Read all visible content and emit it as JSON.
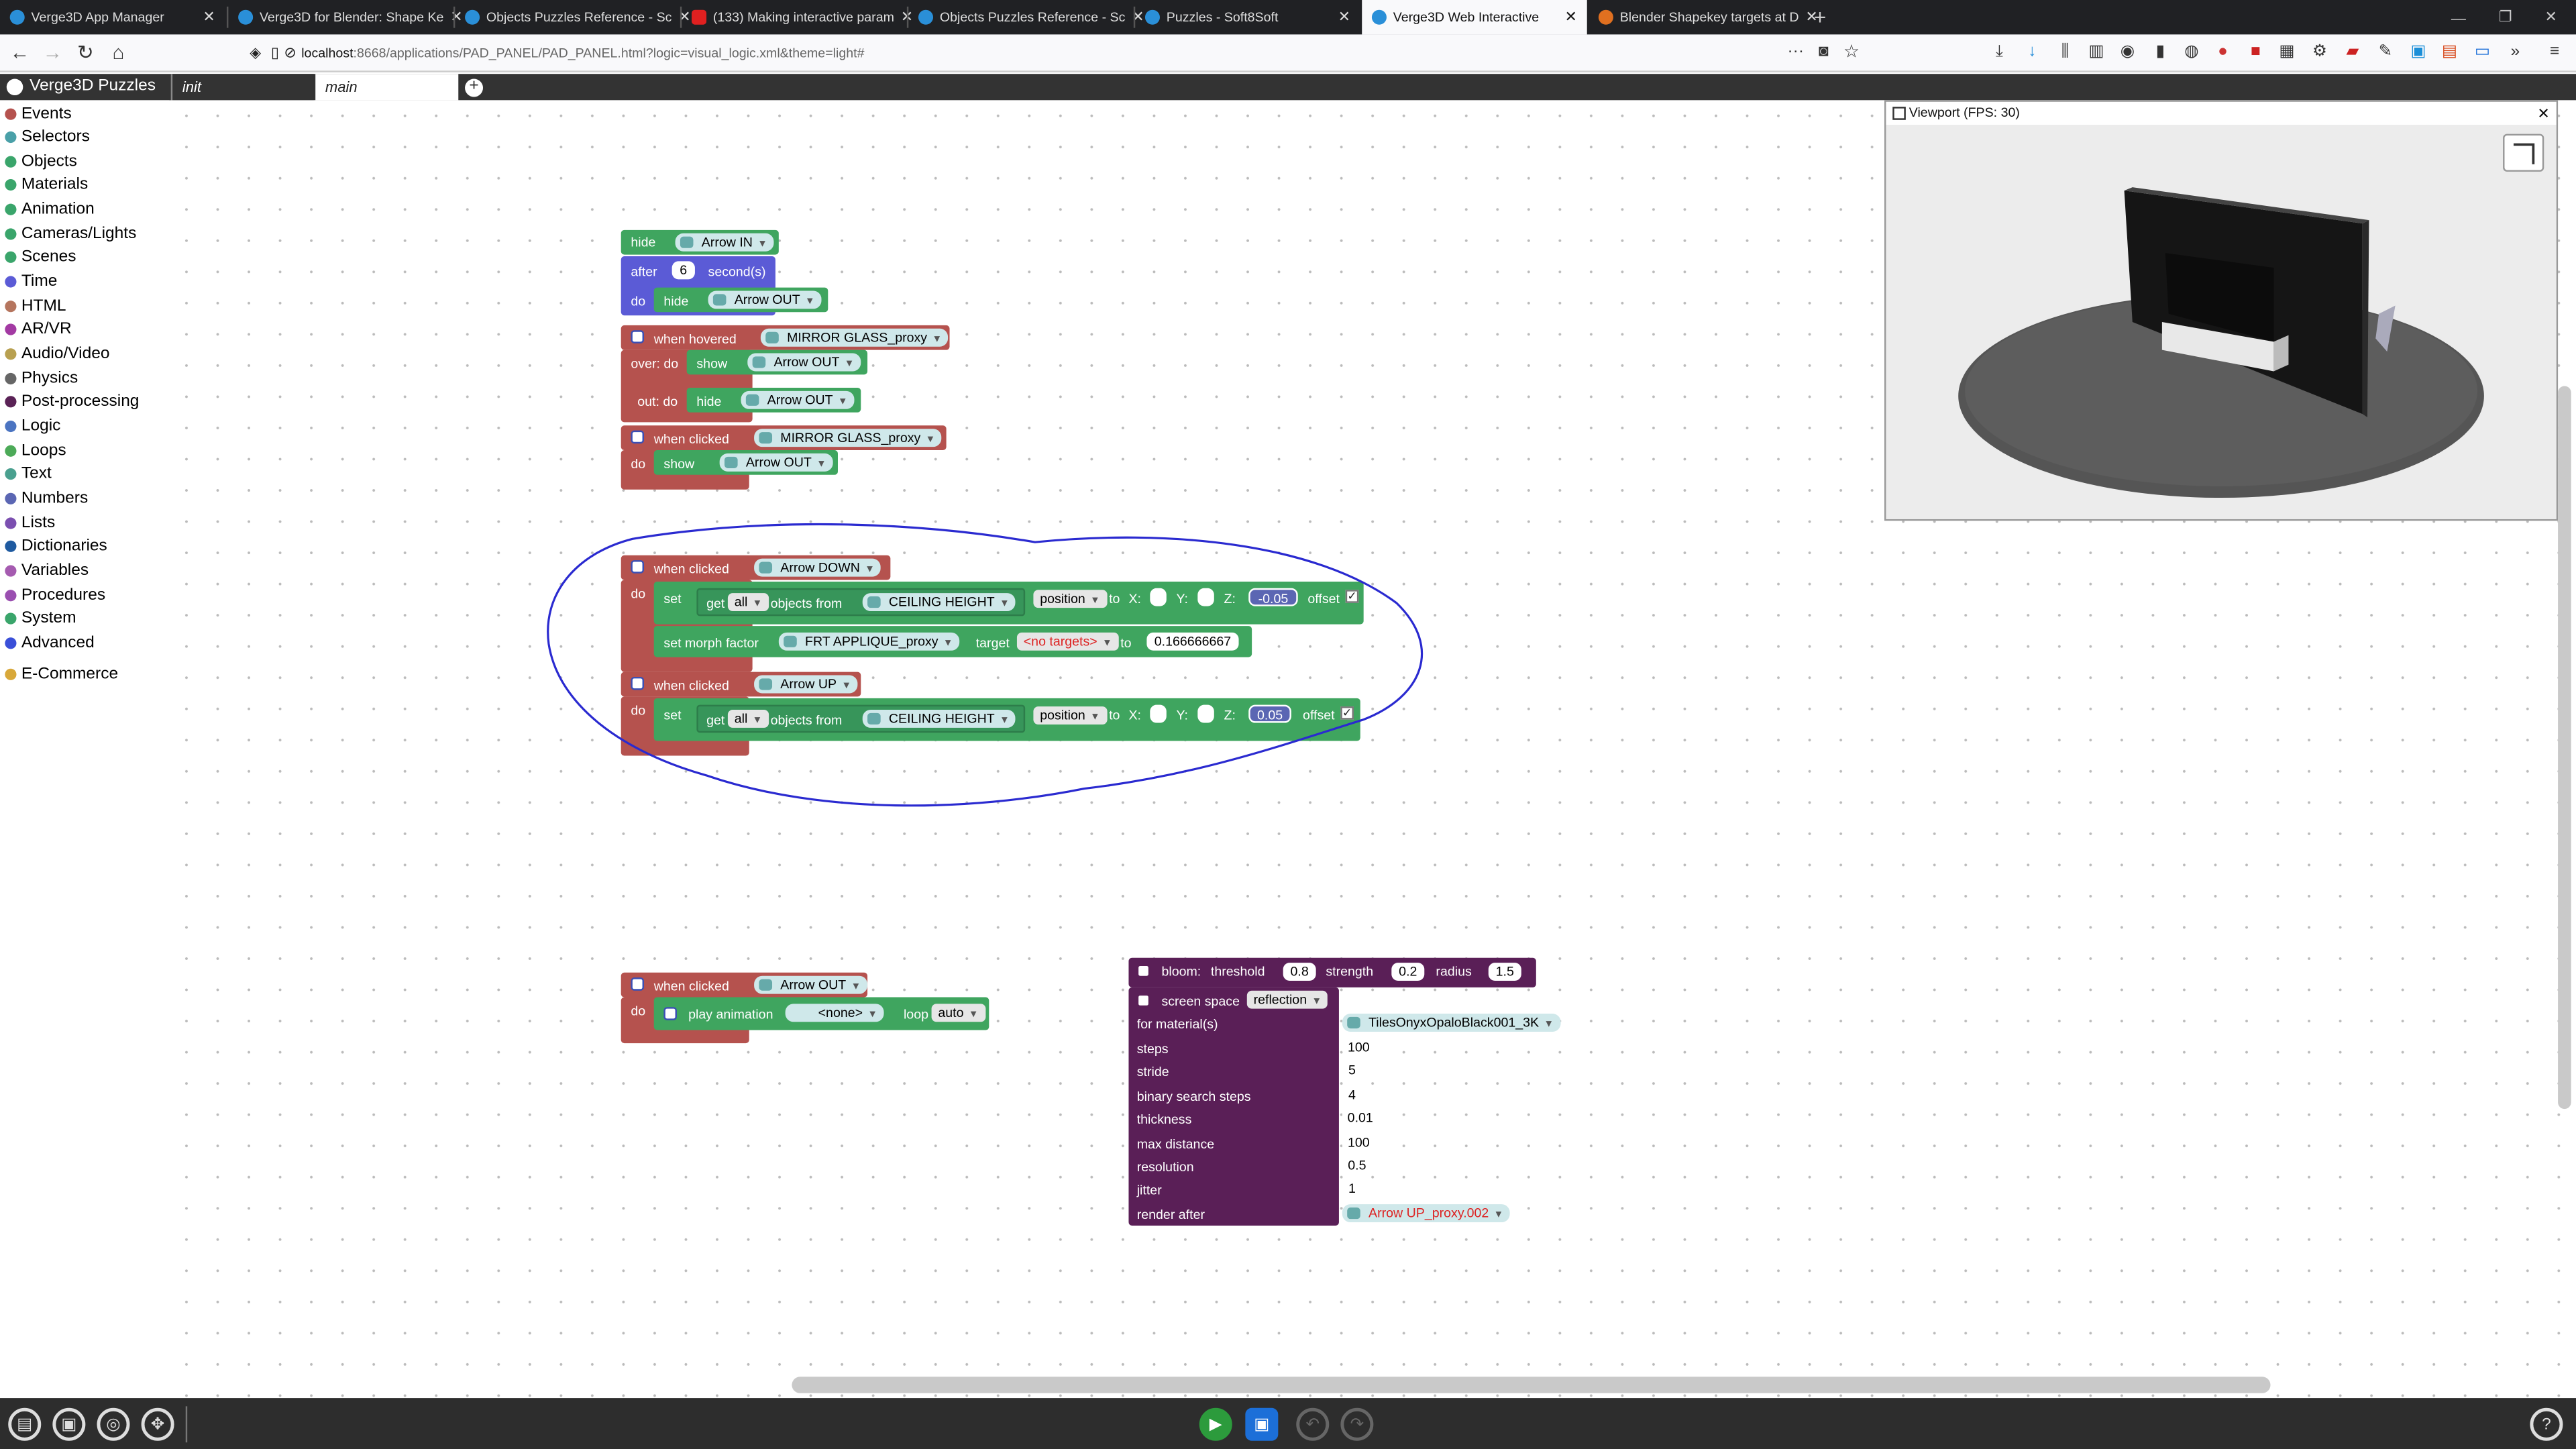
{
  "browser": {
    "tabs": [
      {
        "title": "Verge3D App Manager",
        "favicon": "#2a8fd8",
        "active": false
      },
      {
        "title": "Verge3D for Blender: Shape Ke",
        "favicon": "#2a8fd8",
        "active": false
      },
      {
        "title": "Objects Puzzles Reference - Sc",
        "favicon": "#2a8fd8",
        "active": false
      },
      {
        "title": "(133) Making interactive param",
        "favicon": "#e02020",
        "active": false
      },
      {
        "title": "Objects Puzzles Reference - Sc",
        "favicon": "#2a8fd8",
        "active": false
      },
      {
        "title": "Puzzles - Soft8Soft",
        "favicon": "#2a8fd8",
        "active": false
      },
      {
        "title": "Verge3D Web Interactive",
        "favicon": "#2a8fd8",
        "active": true
      },
      {
        "title": "Blender Shapekey targets at D",
        "favicon": "#e07020",
        "active": false
      }
    ],
    "new_tab": "+",
    "url_host": "localhost",
    "url_path": ":8668/applications/PAD_PANEL/PAD_PANEL.html?logic=visual_logic.xml&theme=light#",
    "url_dots": "···"
  },
  "app": {
    "title": "Verge3D Puzzles",
    "tabs": [
      "init",
      "main"
    ],
    "add_tab": "+"
  },
  "categories": [
    {
      "name": "Events",
      "color": "#b5524e"
    },
    {
      "name": "Selectors",
      "color": "#4aa0a8"
    },
    {
      "name": "Objects",
      "color": "#3aa56b"
    },
    {
      "name": "Materials",
      "color": "#3aa56b"
    },
    {
      "name": "Animation",
      "color": "#3aa56b"
    },
    {
      "name": "Cameras/Lights",
      "color": "#3aa56b"
    },
    {
      "name": "Scenes",
      "color": "#3aa56b"
    },
    {
      "name": "Time",
      "color": "#5b5bd6"
    },
    {
      "name": "HTML",
      "color": "#b5755e"
    },
    {
      "name": "AR/VR",
      "color": "#a33aa3"
    },
    {
      "name": "Audio/Video",
      "color": "#b8a050"
    },
    {
      "name": "Physics",
      "color": "#666666"
    },
    {
      "name": "Post-processing",
      "color": "#5a2256"
    },
    {
      "name": "Logic",
      "color": "#4b74c1"
    },
    {
      "name": "Loops",
      "color": "#4caa58"
    },
    {
      "name": "Text",
      "color": "#4aa08f"
    },
    {
      "name": "Numbers",
      "color": "#5b66b3"
    },
    {
      "name": "Lists",
      "color": "#7b4fb0"
    },
    {
      "name": "Dictionaries",
      "color": "#1f5aa0"
    },
    {
      "name": "Variables",
      "color": "#a55bb0"
    },
    {
      "name": "Procedures",
      "color": "#9a4fb0"
    },
    {
      "name": "System",
      "color": "#3aa56b"
    },
    {
      "name": "Advanced",
      "color": "#3a4fd8"
    },
    {
      "name": "E-Commerce",
      "color": "#d8a83a"
    }
  ],
  "blocks": {
    "hide": "hide",
    "show": "show",
    "after": "after",
    "seconds": "second(s)",
    "do": "do",
    "when_hovered": "when hovered",
    "over_do": "over: do",
    "out_do": "out: do",
    "when_clicked": "when clicked",
    "set": "set",
    "get": "get",
    "all": "all",
    "objects_from": "objects from",
    "position": "position",
    "to": "to",
    "x": "X:",
    "y": "Y:",
    "z": "Z:",
    "offset": "offset",
    "set_morph": "set morph factor",
    "target": "target",
    "no_targets": "<no targets>",
    "play_animation": "play animation",
    "none": "<none>",
    "loop": "loop",
    "auto": "auto",
    "arrow_in": "Arrow IN",
    "arrow_out": "Arrow OUT",
    "arrow_down": "Arrow DOWN",
    "arrow_up": "Arrow UP",
    "mirror": "MIRROR GLASS_proxy",
    "ceiling": "CEILING HEIGHT",
    "frt": "FRT APPLIQUE_proxy",
    "delay": "6",
    "z_down": "-0.05",
    "z_up": "0.05",
    "morph_value": "0.166666667",
    "check": "✓"
  },
  "post": {
    "bloom": "bloom:",
    "threshold": "threshold",
    "threshold_val": "0.8",
    "strength": "strength",
    "strength_val": "0.2",
    "radius": "radius",
    "radius_val": "1.5",
    "screen_space": "screen space",
    "reflection": "reflection",
    "rows": [
      {
        "label": "for material(s)",
        "value": "TilesOnyxOpaloBlack001_3K"
      },
      {
        "label": "steps",
        "value": "100"
      },
      {
        "label": "stride",
        "value": "5"
      },
      {
        "label": "binary search steps",
        "value": "4"
      },
      {
        "label": "thickness",
        "value": "0.01"
      },
      {
        "label": "max distance",
        "value": "100"
      },
      {
        "label": "resolution",
        "value": "0.5"
      },
      {
        "label": "jitter",
        "value": "1"
      },
      {
        "label": "render after",
        "value": "Arrow UP_proxy.002"
      }
    ]
  },
  "viewport": {
    "title": "Viewport (FPS: 30)",
    "close": "✕"
  },
  "colors": {
    "event_block": "#b5524e",
    "object_block": "#3fa55f",
    "time_block": "#5b5bd6",
    "post_block": "#5a1f57",
    "annotation": "#2a2ad0"
  }
}
